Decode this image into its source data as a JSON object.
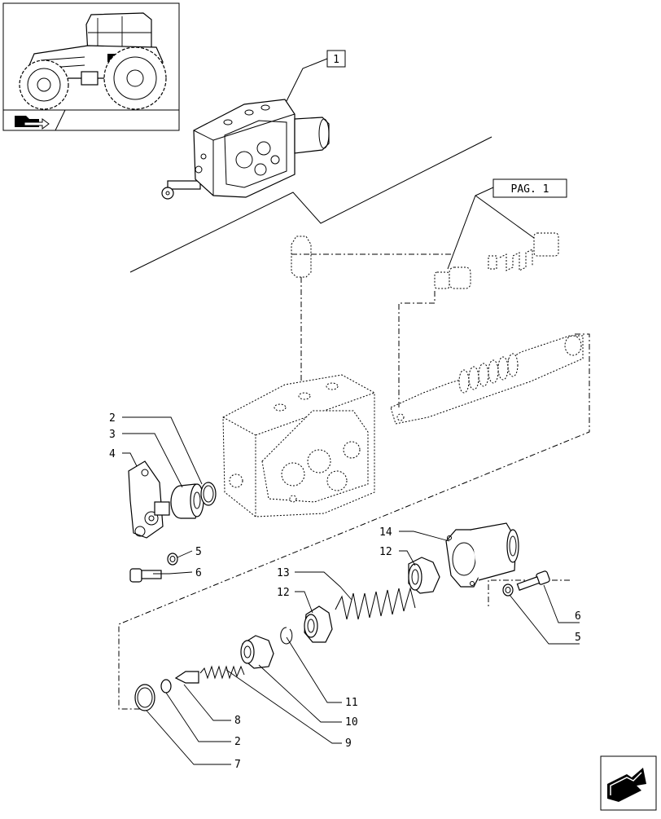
{
  "thumbnail": {
    "icon": "tractor-icon",
    "nav_icon": "folder-arrow-icon"
  },
  "page_ref": "PAG. 1",
  "callouts": {
    "c1": "1",
    "c2a": "2",
    "c3": "3",
    "c4": "4",
    "c5a": "5",
    "c6a": "6",
    "c14": "14",
    "c12a": "12",
    "c13": "13",
    "c12b": "12",
    "c6b": "6",
    "c5b": "5",
    "c11": "11",
    "c10": "10",
    "c9": "9",
    "c8": "8",
    "c2b": "2",
    "c7": "7"
  },
  "nav": {
    "next_icon": "next-page-arrow-icon"
  }
}
